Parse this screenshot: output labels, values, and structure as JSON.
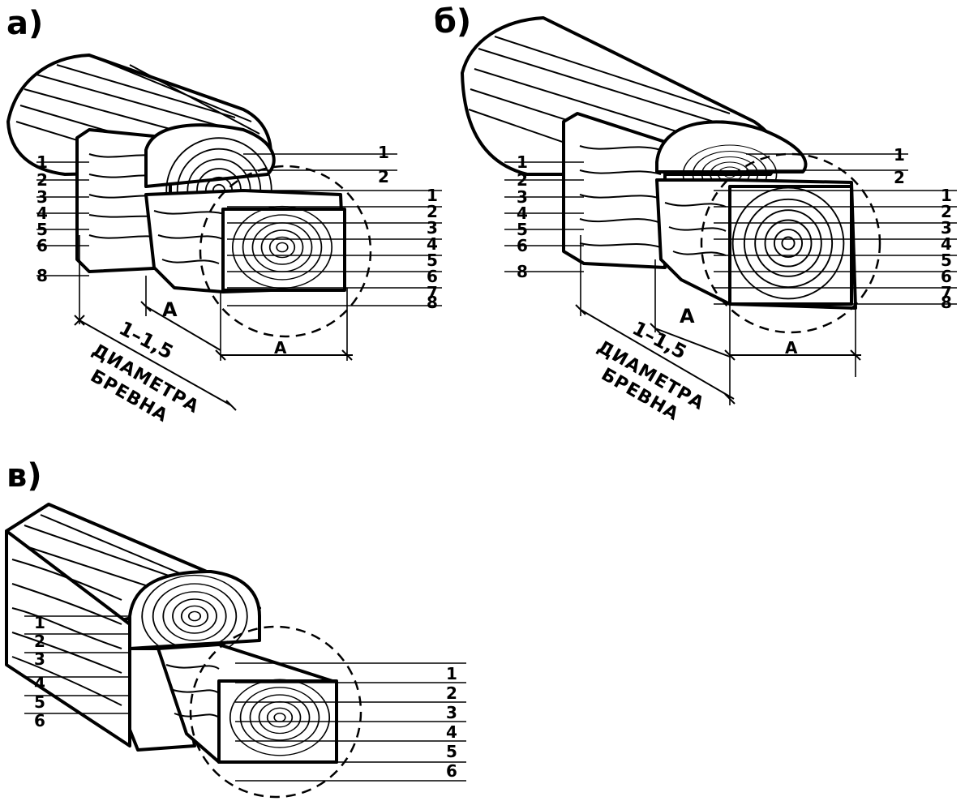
{
  "panels": [
    {
      "id": "a",
      "label": "а)",
      "left_numbers": [
        "1",
        "2",
        "3",
        "4",
        "5",
        "6",
        "8"
      ],
      "right_top_numbers": [
        "1",
        "2"
      ],
      "right_numbers": [
        "1",
        "2",
        "3",
        "4",
        "5",
        "6",
        "7",
        "8"
      ],
      "dimension_a": "А",
      "dimension_length": "1–1,5",
      "caption_line1": "ДИАМЕТРА",
      "caption_line2": "БРЕВНА"
    },
    {
      "id": "b",
      "label": "б)",
      "left_numbers": [
        "1",
        "2",
        "3",
        "4",
        "5",
        "6",
        "8"
      ],
      "right_top_numbers": [
        "1",
        "2"
      ],
      "right_numbers": [
        "1",
        "2",
        "3",
        "4",
        "5",
        "6",
        "7",
        "8"
      ],
      "dimension_a": "А",
      "dimension_length": "1–1,5",
      "caption_line1": "ДИАМЕТРА",
      "caption_line2": "БРЕВНА"
    },
    {
      "id": "v",
      "label": "в)",
      "left_numbers": [
        "1",
        "2",
        "3",
        "4",
        "5",
        "6"
      ],
      "right_numbers": [
        "1",
        "2",
        "3",
        "4",
        "5",
        "6"
      ]
    }
  ]
}
